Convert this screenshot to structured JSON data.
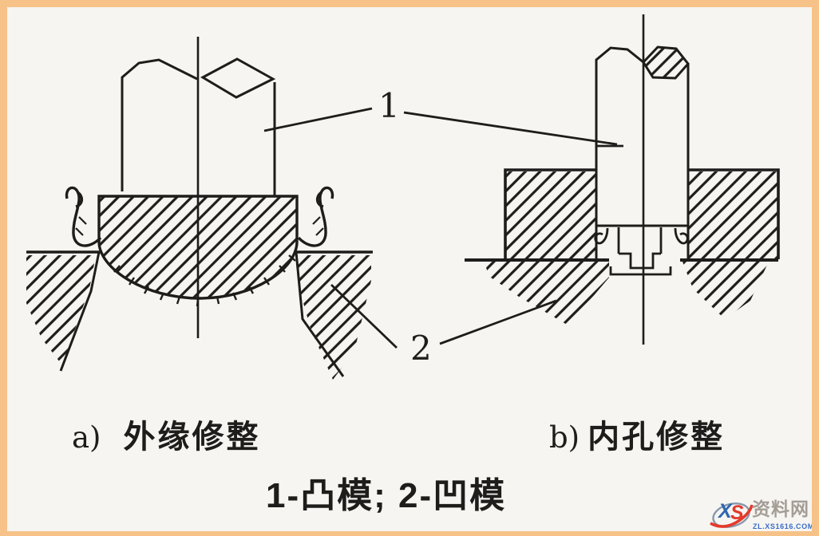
{
  "colors": {
    "frame": "#f6c288",
    "paper": "#f6f5f1",
    "ink": "#1e1d1b",
    "wm_blue": "#2f66b0",
    "wm_red": "#e43a2c",
    "wm_gray": "#a49d96",
    "wm_url": "#3a6cc8"
  },
  "figures": {
    "a": {
      "prefix": "a)",
      "title": "外缘修整"
    },
    "b": {
      "prefix": "b)",
      "title": "内孔修整"
    }
  },
  "callouts": {
    "part1": "1",
    "part2": "2"
  },
  "legend": {
    "text": "1-凸模; 2-凹模"
  },
  "watermark": {
    "logo_x": "X",
    "logo_s": "S",
    "name": "资料网",
    "url": "ZL.XS1616.COM"
  }
}
